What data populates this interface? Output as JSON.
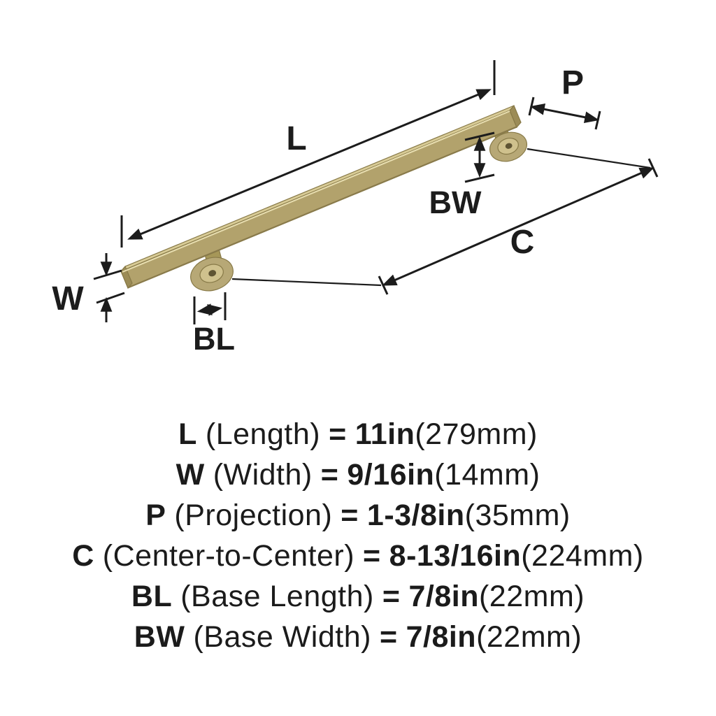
{
  "page": {
    "background": "#ffffff"
  },
  "diagram": {
    "labels": {
      "l": "L",
      "p": "P",
      "bw": "BW",
      "c": "C",
      "w": "W",
      "bl": "BL"
    },
    "colors": {
      "line": "#1c1c1c",
      "bar_top": "#d8cb96",
      "bar_front": "#b2a26c",
      "bar_end": "#9c8c57",
      "bar_highlight": "#e8deb0",
      "post_stem": "#a69758",
      "flange_outer": "#b7a876",
      "flange_mid": "#cfc18d",
      "flange_hole": "#5f5433"
    }
  },
  "specs": [
    {
      "abbr": "L",
      "name": "(Length)",
      "equals": "=",
      "value": "11in",
      "metric": "(279mm)"
    },
    {
      "abbr": "W",
      "name": "(Width)",
      "equals": "=",
      "value": "9/16in",
      "metric": "(14mm)"
    },
    {
      "abbr": "P",
      "name": "(Projection)",
      "equals": "=",
      "value": "1-3/8in",
      "metric": "(35mm)"
    },
    {
      "abbr": "C",
      "name": "(Center-to-Center)",
      "equals": "=",
      "value": "8-13/16in",
      "metric": "(224mm)"
    },
    {
      "abbr": "BL",
      "name": "(Base Length)",
      "equals": "=",
      "value": "7/8in",
      "metric": "(22mm)"
    },
    {
      "abbr": "BW",
      "name": "(Base Width)",
      "equals": "=",
      "value": "7/8in",
      "metric": "(22mm)"
    }
  ]
}
